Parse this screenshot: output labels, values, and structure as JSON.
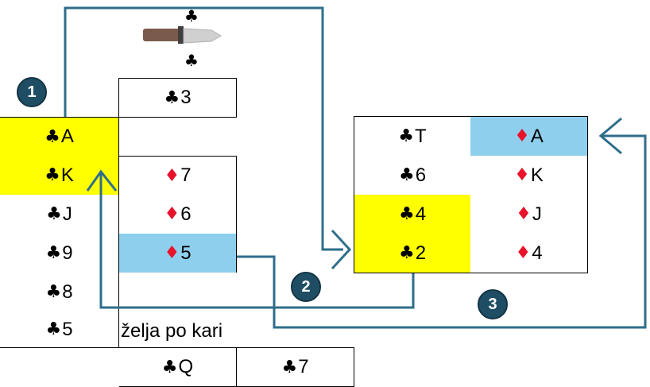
{
  "colors": {
    "yellow": "#ffff00",
    "light_blue": "#8ecfee",
    "arrow_teal": "#2e6e8a",
    "badge_navy": "#1f4e64",
    "diamond_red": "#e8132b"
  },
  "top": {
    "suit_top": "♣",
    "suit_bottom": "♣",
    "icon": "knife-icon"
  },
  "badges": {
    "b1": "1",
    "b2": "2",
    "b3": "3"
  },
  "left": {
    "col1": {
      "c1": {
        "suit": "♣",
        "rank": "A"
      },
      "c2": {
        "suit": "♣",
        "rank": "K"
      },
      "c3": {
        "suit": "♣",
        "rank": "J"
      },
      "c4": {
        "suit": "♣",
        "rank": "9"
      },
      "c5": {
        "suit": "♣",
        "rank": "8"
      },
      "c6": {
        "suit": "♣",
        "rank": "5"
      }
    },
    "col2": {
      "c1": {
        "suit": "♣",
        "rank": "3"
      },
      "c2": {
        "suit": "♦",
        "rank": "7"
      },
      "c3": {
        "suit": "♦",
        "rank": "6"
      },
      "c4": {
        "suit": "♦",
        "rank": "5"
      }
    },
    "note": "želja po kari",
    "bottom": {
      "c1": {
        "suit": "♣",
        "rank": "Q"
      },
      "c2": {
        "suit": "♣",
        "rank": "7"
      }
    }
  },
  "right": {
    "col1": {
      "c1": {
        "suit": "♣",
        "rank": "T"
      },
      "c2": {
        "suit": "♣",
        "rank": "6"
      },
      "c3": {
        "suit": "♣",
        "rank": "4"
      },
      "c4": {
        "suit": "♣",
        "rank": "2"
      }
    },
    "col2": {
      "c1": {
        "suit": "♦",
        "rank": "A"
      },
      "c2": {
        "suit": "♦",
        "rank": "K"
      },
      "c3": {
        "suit": "♦",
        "rank": "J"
      },
      "c4": {
        "suit": "♦",
        "rank": "4"
      }
    }
  }
}
